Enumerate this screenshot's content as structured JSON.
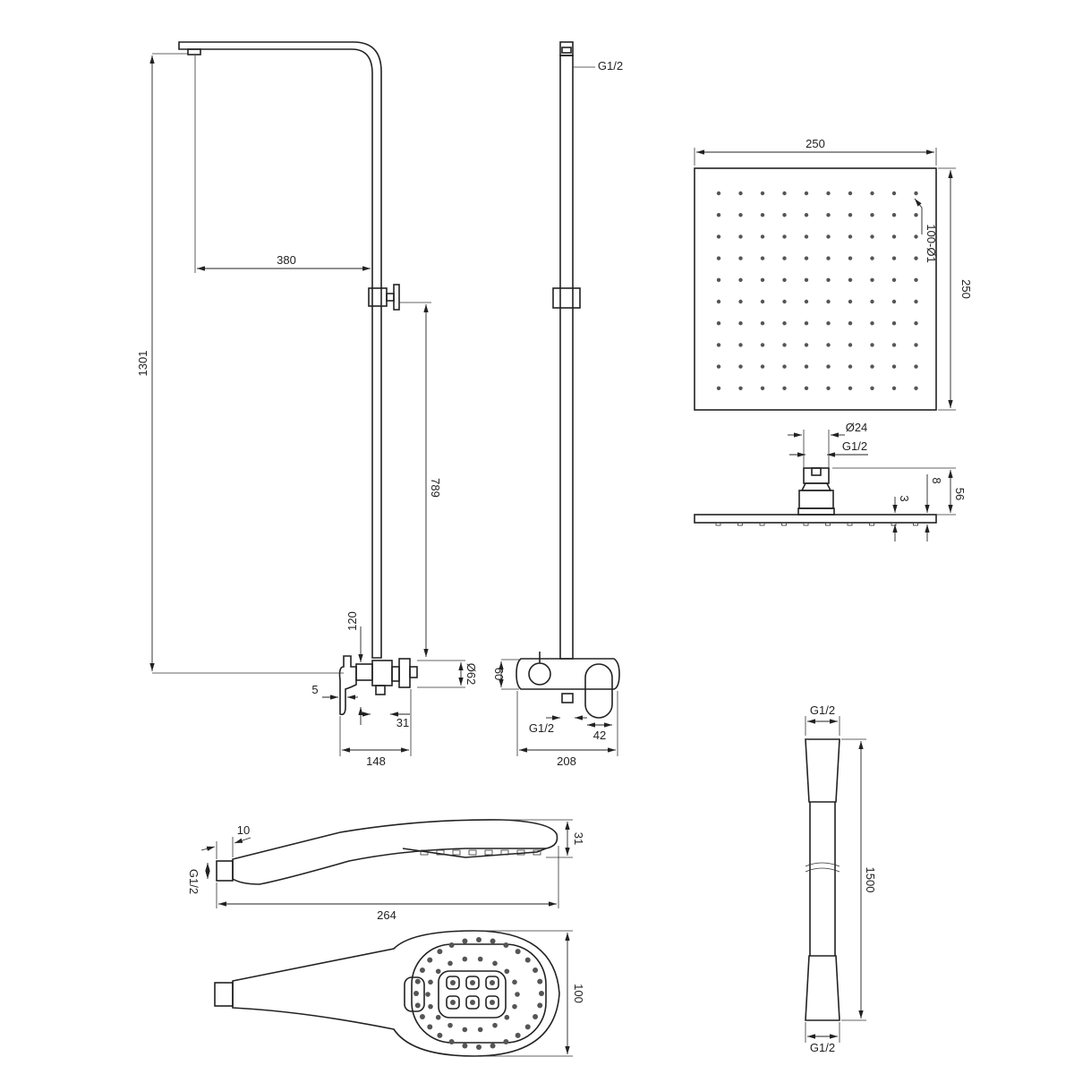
{
  "dims": {
    "arm_reach": "380",
    "total_height": "1301",
    "slider_height": "789",
    "mixer_offset": "120",
    "wall_gap": "5",
    "mixer_depth_part": "31",
    "mixer_depth": "148",
    "escutcheon_dia": "Ø62",
    "mixer_height": "60",
    "mixer_width": "208",
    "lever_width": "42",
    "outlet_thread": "G1/2",
    "top_thread": "G1/2",
    "head_width": "250",
    "head_depth": "250",
    "nozzles": "100-Ø1",
    "neck_dia": "Ø24",
    "neck_thread": "G1/2",
    "head_8": "8",
    "head_3": "3",
    "head_56": "56",
    "hand_thread_len": "10",
    "hand_thread": "G1/2",
    "hand_thickness": "31",
    "hand_length": "264",
    "hand_width": "100",
    "hose_thread_top": "G1/2",
    "hose_thread_bottom": "G1/2",
    "hose_length": "1500"
  }
}
